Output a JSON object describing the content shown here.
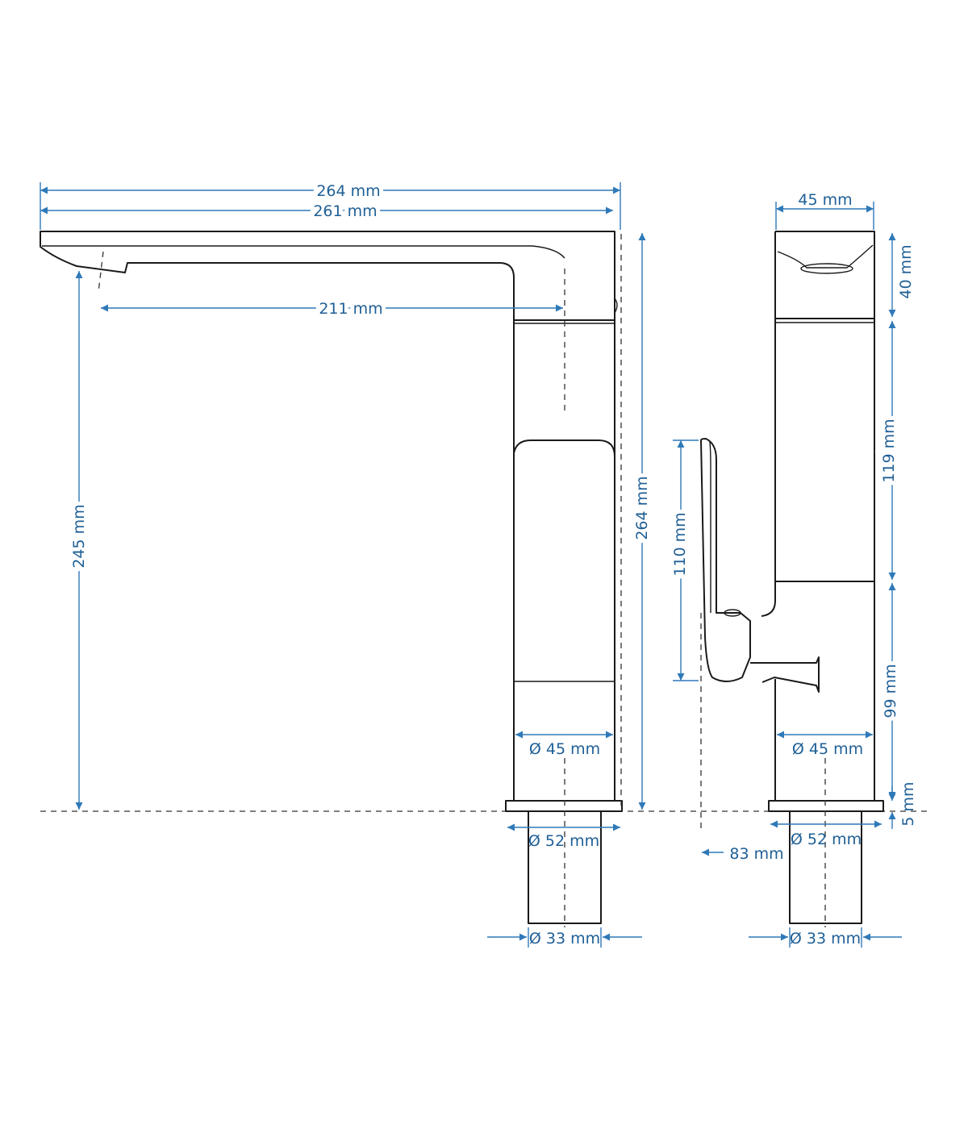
{
  "colors": {
    "dimension": "#2f79b8",
    "dimension_text": "#1f5f96",
    "outline": "#1a1a1a"
  },
  "front_view": {
    "total_width": "264 mm",
    "spout_width": "261 mm",
    "spout_reach": "211 mm",
    "spout_height": "245 mm",
    "total_height": "264 mm",
    "body_diameter": "Ø 45 mm",
    "base_diameter": "Ø 52 mm",
    "shank_diameter": "Ø 33 mm"
  },
  "side_view": {
    "body_width": "45 mm",
    "head_height": "40 mm",
    "upper_section": "119 mm",
    "lever_height": "110 mm",
    "lower_section": "99 mm",
    "base_height": "5 mm",
    "lever_reach": "83 mm",
    "body_diameter": "Ø 45 mm",
    "base_diameter": "Ø 52 mm",
    "shank_diameter": "Ø 33 mm"
  }
}
